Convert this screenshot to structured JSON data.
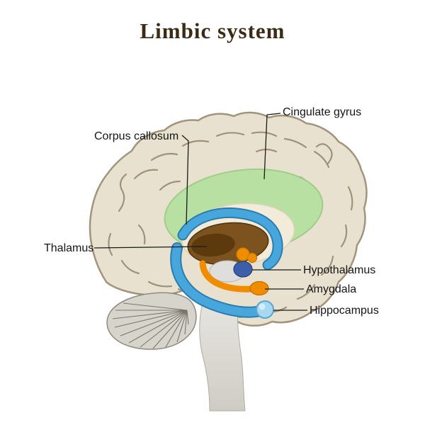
{
  "title": "Limbic system",
  "labels": {
    "cingulate_gyrus": "Cingulate gyrus",
    "corpus_callosum": "Corpus callosum",
    "thalamus": "Thalamus",
    "hypothalamus": "Hypothalamus",
    "amygdala": "Amygdala",
    "hippocampus": "Hippocampus"
  },
  "colors": {
    "title_text": "#3b2b15",
    "label_text": "#151515",
    "leader_line": "#1a1a1a",
    "brain_fill": "#e9e1cf",
    "brain_outline": "#a2947c",
    "cingulate_green": "#b9e0a3",
    "corpus_callosum_cream": "#f2ebd9",
    "fornix_blue": "#47a7dc",
    "thalamus_brown": "#7c531f",
    "thalamus_dark_brown": "#5d3a0e",
    "amygdala_orange": "#f08c00",
    "hypothalamus_blue": "#3d5ea9",
    "hippocampus_blue": "#a8d7f2",
    "midbrain_gray": "#dedede",
    "cerebellum_gray": "#d7d4cb"
  }
}
